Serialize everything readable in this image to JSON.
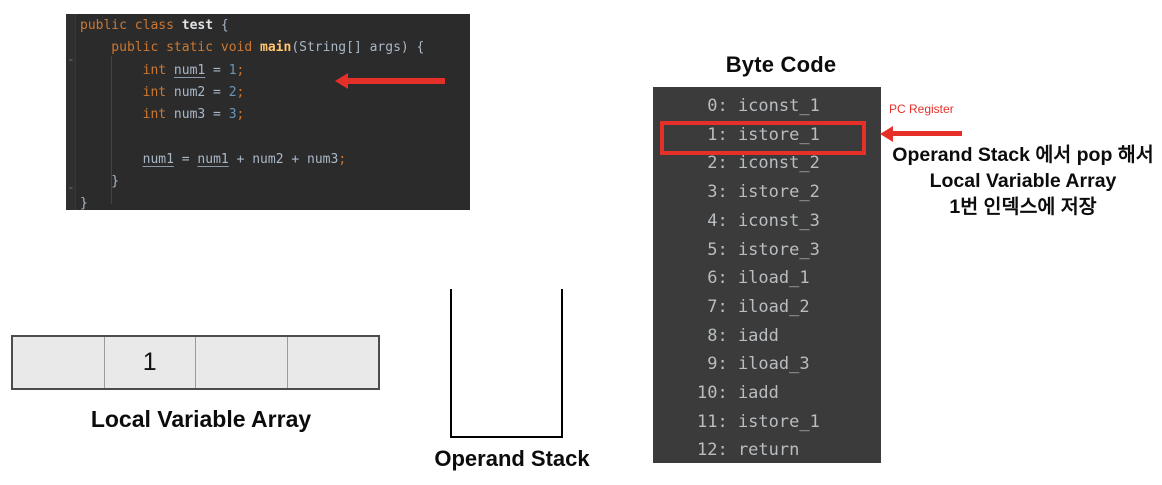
{
  "accent": {
    "red": "#e5302a"
  },
  "editor": {
    "background": "#2b2b2b",
    "colors": {
      "keyword": "#cc7832",
      "plain": "#a9b7c6",
      "class_name": "#dfe3e6",
      "method": "#ffc66d",
      "number": "#6897bb",
      "semicolon": "#cc7832"
    },
    "lines": [
      [
        {
          "t": "public class ",
          "c": "kw"
        },
        {
          "t": "test",
          "c": "cls"
        },
        {
          "t": " {",
          "c": "pl"
        }
      ],
      [
        {
          "t": "    public static void ",
          "c": "kw"
        },
        {
          "t": "main",
          "c": "fn"
        },
        {
          "t": "(String[] args) {",
          "c": "pl"
        }
      ],
      [
        {
          "t": "        int ",
          "c": "kw"
        },
        {
          "t": "num1",
          "c": "var"
        },
        {
          "t": " = ",
          "c": "pl"
        },
        {
          "t": "1",
          "c": "num"
        },
        {
          "t": ";",
          "c": "semi"
        }
      ],
      [
        {
          "t": "        int ",
          "c": "kw"
        },
        {
          "t": "num2",
          "c": "pl"
        },
        {
          "t": " = ",
          "c": "pl"
        },
        {
          "t": "2",
          "c": "num"
        },
        {
          "t": ";",
          "c": "semi"
        }
      ],
      [
        {
          "t": "        int ",
          "c": "kw"
        },
        {
          "t": "num3",
          "c": "pl"
        },
        {
          "t": " = ",
          "c": "pl"
        },
        {
          "t": "3",
          "c": "num"
        },
        {
          "t": ";",
          "c": "semi"
        }
      ],
      [],
      [
        {
          "t": "        ",
          "c": "pl"
        },
        {
          "t": "num1",
          "c": "var"
        },
        {
          "t": " = ",
          "c": "pl"
        },
        {
          "t": "num1",
          "c": "var"
        },
        {
          "t": " + num2 + num3",
          "c": "pl"
        },
        {
          "t": ";",
          "c": "semi"
        }
      ],
      [
        {
          "t": "    }",
          "c": "pl"
        }
      ],
      [
        {
          "t": "}",
          "c": "pl"
        }
      ]
    ]
  },
  "bytecode": {
    "title": "Byte Code",
    "panel_background": "#3b3b3b",
    "text_color": "#b9bdc0",
    "highlight_index": 1,
    "highlighted_instruction": "1: istore_1",
    "instructions": [
      {
        "index": 0,
        "op": "iconst_1"
      },
      {
        "index": 1,
        "op": "istore_1"
      },
      {
        "index": 2,
        "op": "iconst_2"
      },
      {
        "index": 3,
        "op": "istore_2"
      },
      {
        "index": 4,
        "op": "iconst_3"
      },
      {
        "index": 5,
        "op": "istore_3"
      },
      {
        "index": 6,
        "op": "iload_1"
      },
      {
        "index": 7,
        "op": "iload_2"
      },
      {
        "index": 8,
        "op": "iadd"
      },
      {
        "index": 9,
        "op": "iload_3"
      },
      {
        "index": 10,
        "op": "iadd"
      },
      {
        "index": 11,
        "op": "istore_1"
      },
      {
        "index": 12,
        "op": "return"
      }
    ]
  },
  "pc_register": {
    "label": "PC Register"
  },
  "annotation": {
    "lines": [
      "Operand Stack 에서 pop 해서",
      "Local Variable Array",
      "1번 인덱스에 저장"
    ]
  },
  "local_variable_array": {
    "label": "Local Variable Array",
    "cells": [
      "",
      "1",
      "",
      ""
    ]
  },
  "operand_stack": {
    "label": "Operand Stack",
    "items": []
  }
}
